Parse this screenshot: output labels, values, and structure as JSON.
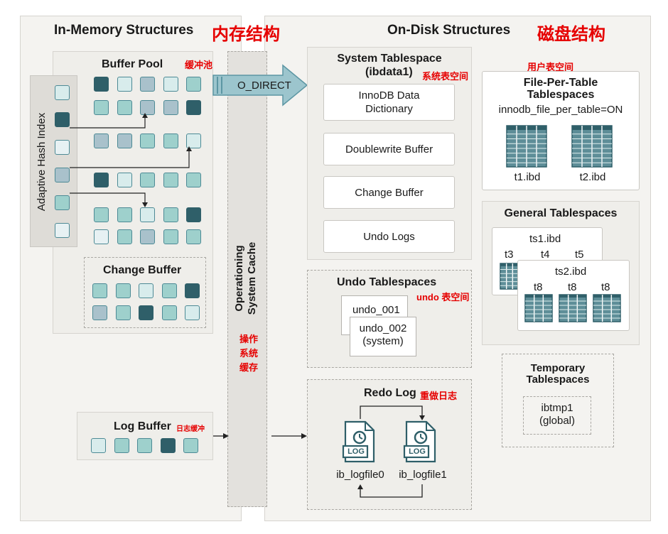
{
  "sections": {
    "in_memory_title": "In-Memory Structures",
    "in_memory_cn": "内存结构",
    "on_disk_title": "On-Disk Structures",
    "on_disk_cn": "磁盘结构"
  },
  "buffer_pool": {
    "title": "Buffer Pool",
    "cn": "缓冲池"
  },
  "adaptive_hash_index": "Adaptive Hash Index",
  "change_buffer_mem": "Change Buffer",
  "log_buffer": {
    "title": "Log Buffer",
    "cn": "日志缓冲"
  },
  "o_direct": "O_DIRECT",
  "os_cache": {
    "line1": "Operationing",
    "line2": "System Cache",
    "cn1": "操作",
    "cn2": "系统",
    "cn3": "缓存"
  },
  "system_tablespace": {
    "title": "System Tablespace",
    "subtitle": "(ibdata1)",
    "cn": "系统表空间",
    "items": [
      "InnoDB Data\nDictionary",
      "Doublewrite Buffer",
      "Change Buffer",
      "Undo Logs"
    ]
  },
  "file_per_table": {
    "cn": "用户表空间",
    "title1": "File-Per-Table",
    "title2": "Tablespaces",
    "setting": "innodb_file_per_table=ON",
    "files": [
      "t1.ibd",
      "t2.ibd"
    ]
  },
  "general_tablespaces": {
    "title": "General Tablespaces",
    "ts1": "ts1.ibd",
    "ts1_tables": [
      "t3",
      "t4",
      "t5"
    ],
    "ts2": "ts2.ibd",
    "ts2_tables": [
      "t8",
      "t8",
      "t8"
    ]
  },
  "undo_tablespaces": {
    "title": "Undo Tablespaces",
    "cn": "undo 表空间",
    "file1": "undo_001",
    "file2a": "undo_002",
    "file2b": "(system)"
  },
  "redo_log": {
    "title": "Redo Log",
    "cn": "重做日志",
    "icon_label": "LOG",
    "files": [
      "ib_logfile0",
      "ib_logfile1"
    ]
  },
  "temporary_tablespaces": {
    "title1": "Temporary",
    "title2": "Tablespaces",
    "file1": "ibtmp1",
    "file2": "(global)"
  },
  "colors": {
    "dark": "#2f5f69",
    "teal": "#9ed0cc",
    "blue": "#a9c1cb",
    "light": "#d8ecec",
    "red": "#e60000"
  }
}
